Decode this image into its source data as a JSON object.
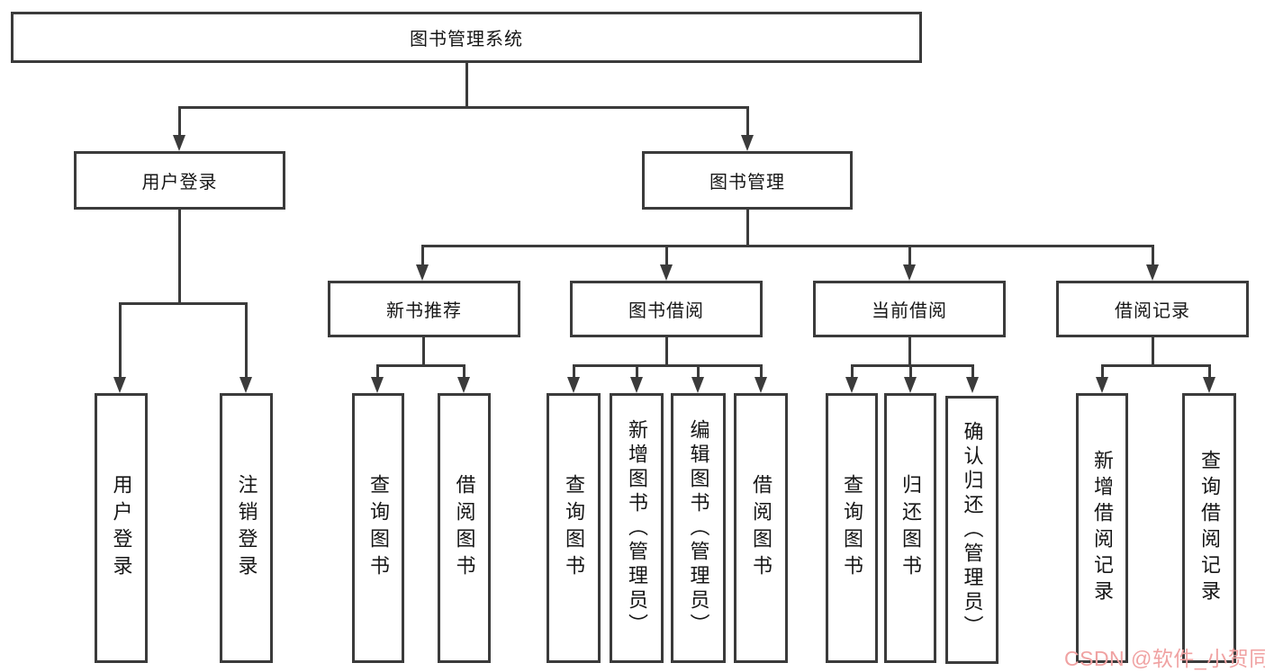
{
  "tree": {
    "root": "图书管理系统",
    "branches": [
      {
        "label": "用户登录",
        "children": [
          "用户登录",
          "注销登录"
        ]
      },
      {
        "label": "图书管理",
        "sections": [
          {
            "label": "新书推荐",
            "children": [
              "查询图书",
              "借阅图书"
            ]
          },
          {
            "label": "图书借阅",
            "children": [
              "查询图书",
              "新增图书（管理员）",
              "编辑图书（管理员）",
              "借阅图书"
            ]
          },
          {
            "label": "当前借阅",
            "children": [
              "查询图书",
              "归还图书",
              "确认归还（管理员）"
            ]
          },
          {
            "label": "借阅记录",
            "children": [
              "新增借阅记录",
              "查询借阅记录"
            ]
          }
        ]
      }
    ]
  },
  "watermark": {
    "text": "CSDN @软件_小贺同学"
  },
  "colors": {
    "line": "#3b3b3b",
    "box_border": "#3b3b3b",
    "text": "#161616",
    "watermark": "#f0a2a2",
    "background": "#ffffff"
  }
}
